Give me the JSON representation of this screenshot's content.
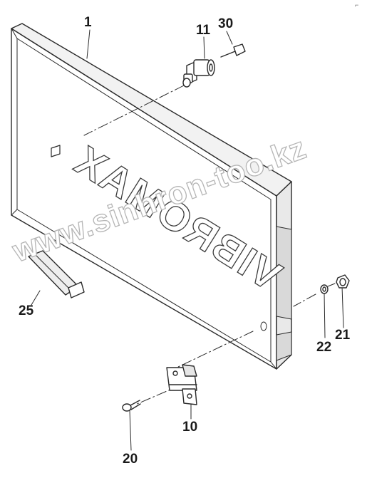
{
  "diagram": {
    "panel_lettering": "VIBROMAX",
    "watermark": "www.sinhron-too.kz",
    "corner_mark": "⌐",
    "callouts": {
      "part_1": "1",
      "part_11": "11",
      "part_30": "30",
      "part_25": "25",
      "part_22": "22",
      "part_21": "21",
      "part_10": "10",
      "part_20": "20"
    },
    "colors": {
      "line": "#2a2a2a",
      "panel_fill": "#ffffff",
      "watermark_stroke": "#b5b5b5"
    }
  }
}
